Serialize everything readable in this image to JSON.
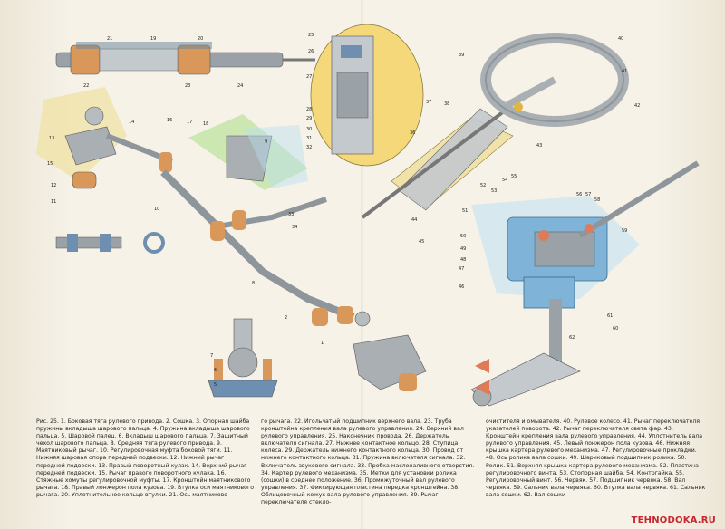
{
  "caption": {
    "col1": "Рис. 25. 1. Боковая тяга рулевого привода. 2. Сошка. 3. Опорная шайба пружины вкладыша шарового пальца. 4. Пружина вкладыша шарового пальца. 5. Шаровой палец. 6. Вкладыш шарового пальца. 7. Защитный чехол шарового пальца. 8. Средняя тяга рулевого привода. 9. Маятниковый рычаг. 10. Регулировочная муфта боковой тяги. 11. Нижняя шаровая опора передней подвески. 12. Нижний рычаг передней подвески. 13. Правый поворотный кулак. 14. Верхний рычаг передней подвески. 15. Рычаг правого поворотного кулака. 16. Стяжные хомуты регулировочной муфты. 17. Кронштейн маятникового рычага. 18. Правый лонжерон пола кузова. 19. Втулка оси маятникового рычага. 20. Уплотнительное кольцо втулки. 21. Ось маятниково-",
    "col2": "го рычага. 22. Игольчатый подшипник верхнего вала. 23. Труба кронштейна крепления вала рулевого управления. 24. Верхний вал рулевого управления. 25. Наконечник провода. 26. Держатель включателя сигнала. 27. Нижнее контактное кольцо. 28. Ступица колеса. 29. Держатель нижнего контактного кольца. 30. Провод от нижнего контактного кольца. 31. Пружина включателя сигнала. 32. Включатель звукового сигнала. 33. Пробка маслоналивного отверстия. 34. Картер рулевого механизма. 35. Метки для установки ролика (сошки) в среднее положение. 36. Промежуточный вал рулевого управления. 37. Фиксирующая пластина передка кронштейна. 38. Облицовочный кожух вала рулевого управления. 39. Рычаг переключателя стекло-",
    "col3": "очистителя и омывателя. 40. Рулевое колесо. 41. Рычаг переключателя указателей поворота. 42. Рычаг переключателя света фар. 43. Кронштейн крепления вала рулевого управления. 44. Уплотнитель вала рулевого управления. 45. Левый лонжерон пола кузова. 46. Нижняя крышка картера рулевого механизма. 47. Регулировочные прокладки. 48. Ось ролика вала сошки. 49. Шариковый подшипник ролика. 50. Ролик. 51. Верхняя крышка картера рулевого механизма. 52. Пластина регулировочного винта. 53. Стопорная шайба. 54. Контргайка. 55. Регулировочный винт. 56. Червяк. 57. Подшипник червяка. 58. Вал червяка. 59. Сальник вала червяка. 60. Втулка вала червяка. 61. Сальник вала сошки. 62. Вал сошки"
  },
  "watermark": "TEHNODOKA.RU",
  "callouts": {
    "c1": "1",
    "c2": "2",
    "c5": "5",
    "c6": "6",
    "c7": "7",
    "c8": "8",
    "c9": "9",
    "c10": "10",
    "c11": "11",
    "c12": "12",
    "c13": "13",
    "c14": "14",
    "c15": "15",
    "c16": "16",
    "c17": "17",
    "c18": "18",
    "c19": "19",
    "c20": "20",
    "c21": "21",
    "c22": "22",
    "c23": "23",
    "c24": "24",
    "c25": "25",
    "c26": "26",
    "c27": "27",
    "c28": "28",
    "c29": "29",
    "c30": "30",
    "c31": "31",
    "c32": "32",
    "c33": "33",
    "c34": "34",
    "c36": "36",
    "c37": "37",
    "c38": "38",
    "c39": "39",
    "c40": "40",
    "c41": "41",
    "c42": "42",
    "c43": "43",
    "c44": "44",
    "c45": "45",
    "c46": "46",
    "c47": "47",
    "c48": "48",
    "c49": "49",
    "c50": "50",
    "c51": "51",
    "c52": "52",
    "c53": "53",
    "c54": "54",
    "c55": "55",
    "c56": "56",
    "c57": "57",
    "c58": "58",
    "c59": "59",
    "c60": "60",
    "c61": "61",
    "c62": "62"
  }
}
